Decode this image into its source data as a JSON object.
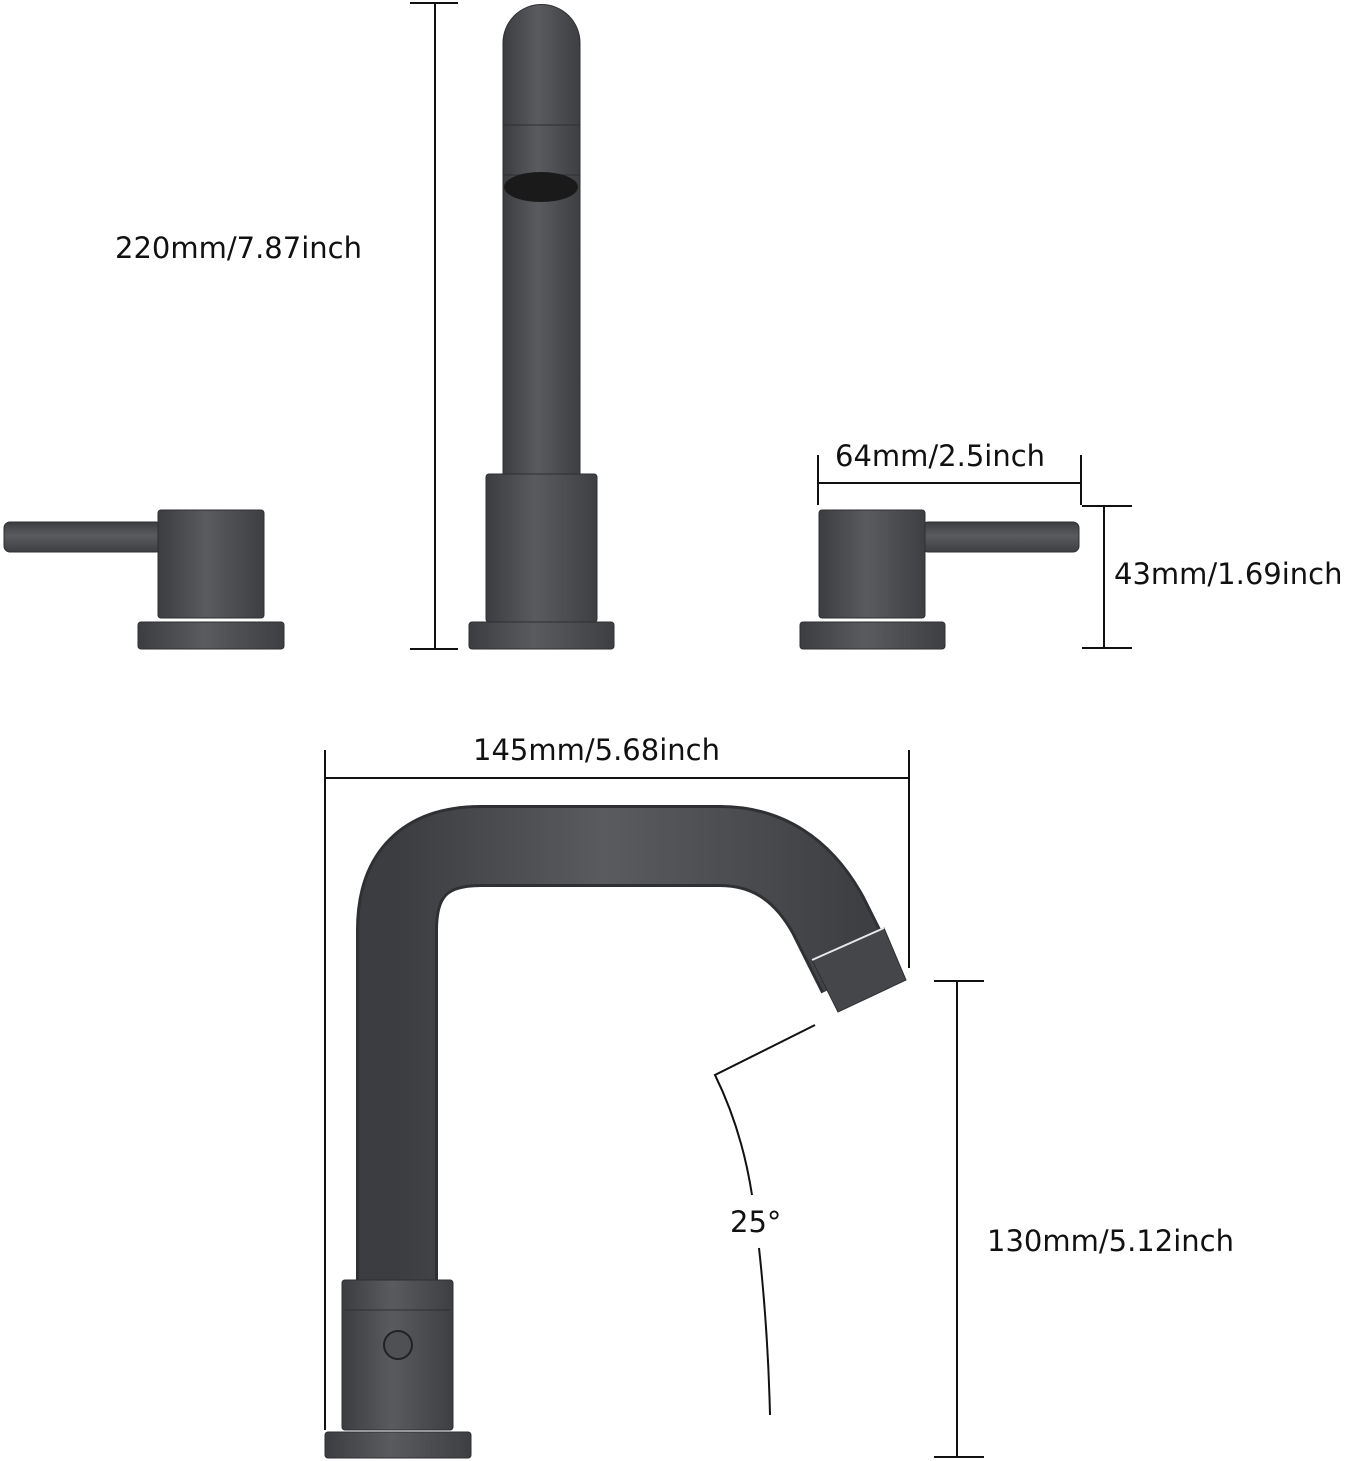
{
  "dimensions": {
    "overall_height": "220mm/7.87inch",
    "handle_width": "64mm/2.5inch",
    "handle_height": "43mm/1.69inch",
    "spout_reach": "145mm/5.68inch",
    "spout_clearance": "130mm/5.12inch",
    "swivel_angle": "25°"
  },
  "colors": {
    "faucet": "#4a4b4e",
    "faucet_dark": "#3a3b3e",
    "line": "#111111",
    "background": "#ffffff"
  }
}
